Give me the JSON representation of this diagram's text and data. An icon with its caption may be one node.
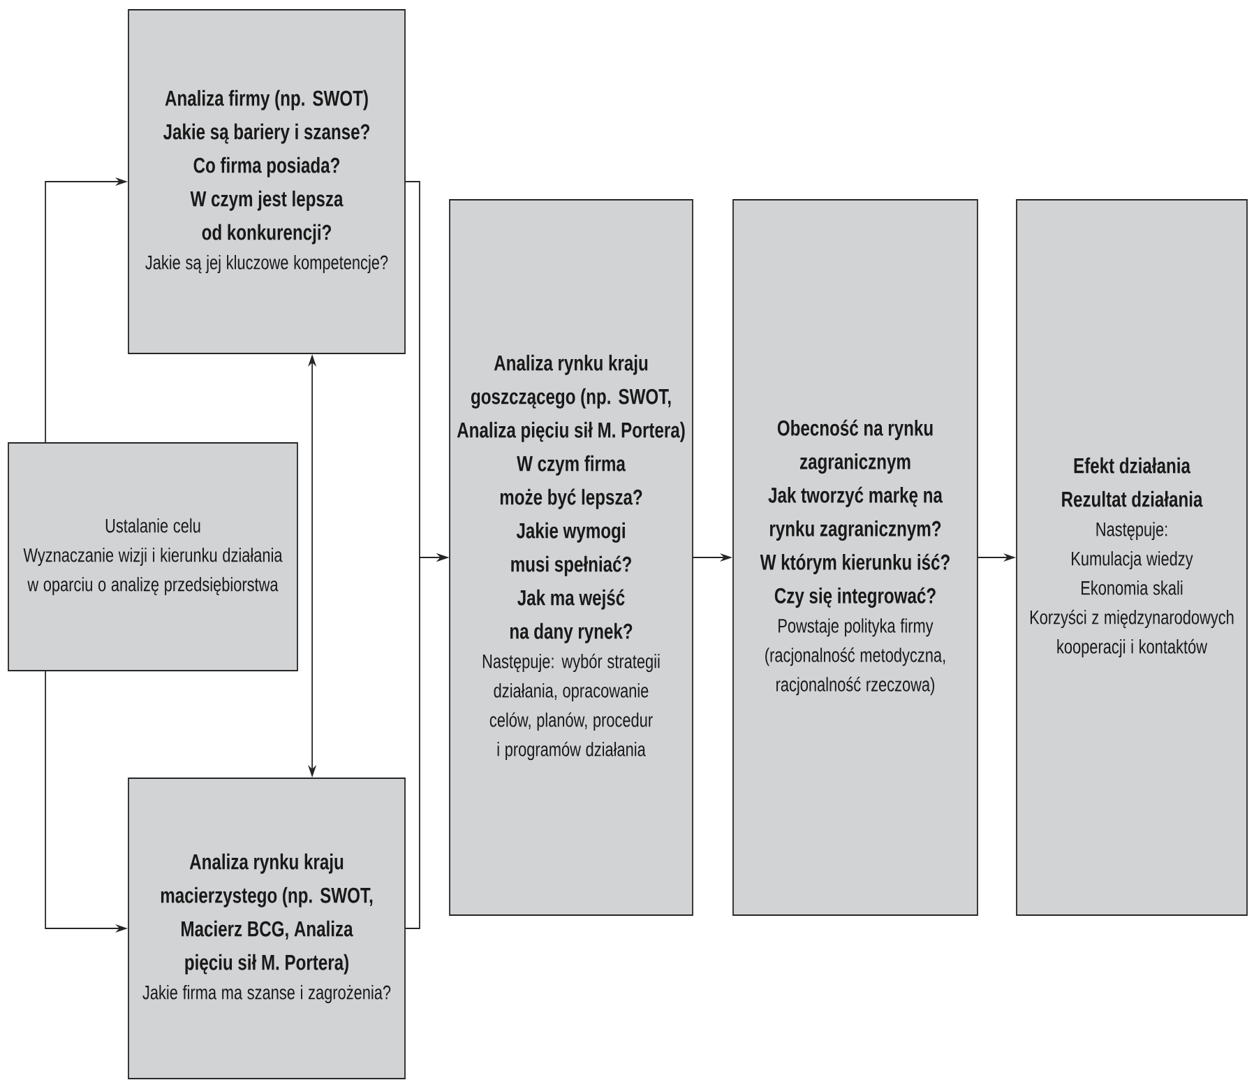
{
  "diagram": {
    "nodes": [
      {
        "text": [
          "Ustalanie celu",
          "Wyznaczanie wizji i kierunku działania w oparciu o analizę przedsiębiorstwa"
        ]
      },
      {
        "text": [
          "Analiza firmy (np. SWOT)",
          "Jakie są bariery i szanse?",
          "Co firma posiada?",
          "W czym jest lepsza od konkurencji?",
          "Jakie są jej kluczowe kompetencje?"
        ]
      },
      {
        "text": [
          "Analiza rynku kraju macierzystego (np. SWOT, Macierz BCG, Analiza pięciu sił M. Portera)",
          "Jakie firma ma szanse i zagrożenia?"
        ]
      },
      {
        "text": [
          "Analiza rynku kraju goszczącego (np. SWOT, Analiza pięciu sił M. Portera)",
          "W czym firma może być lepsza?",
          "Jakie wymogi musi spełniać?",
          "Jak ma wejść na dany rynek?",
          "Następuje: wybór strategii działania, opracowanie celów, planów, procedur i programów działania"
        ]
      },
      {
        "text": [
          "Obecność na rynku zagranicznym",
          "Jak tworzyć markę na rynku zagranicznym?",
          "W którym kierunku iść?",
          "Czy się integrować?",
          "Powstaje polityka firmy (racjonalność metodyczna, racjonalność rzeczowa)"
        ]
      },
      {
        "text": [
          "Efekt działania",
          "Rezultat działania",
          "Następuje:",
          "Kumulacja wiedzy",
          "Ekonomia skali",
          "Korzyści z międzynarodowych kooperacji i kontaktów"
        ]
      }
    ],
    "edges": [
      {
        "from": 0,
        "to": 1,
        "arrow": "to"
      },
      {
        "from": 0,
        "to": 2,
        "arrow": "to"
      },
      {
        "from": 1,
        "to": 2,
        "arrow": "both"
      },
      {
        "from": 1,
        "to": 3,
        "arrow": "to"
      },
      {
        "from": 2,
        "to": 3,
        "arrow": "to"
      },
      {
        "from": 3,
        "to": 4,
        "arrow": "to"
      },
      {
        "from": 4,
        "to": 5,
        "arrow": "to"
      }
    ]
  }
}
